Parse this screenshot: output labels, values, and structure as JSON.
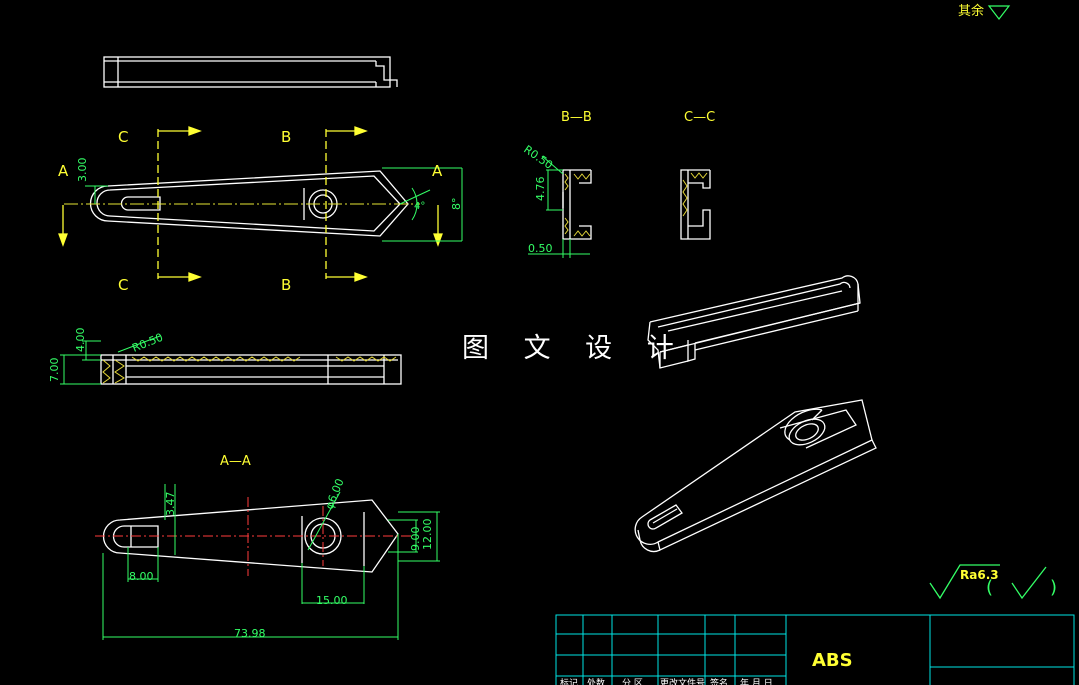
{
  "colors": {
    "background": "#000000",
    "outline": "#ffffff",
    "centerline": "#ff3b3b",
    "dimension": "#33ff66",
    "section_label": "#ffff33",
    "hatch": "#e6d83a",
    "frame": "#00e5e5",
    "symbol": "#33ff66"
  },
  "watermark": "图 文 设 计",
  "roughness_note": {
    "label": "其余",
    "value": "Ra6.3",
    "open_paren": "(",
    "close_paren": ")"
  },
  "material": "ABS",
  "section_labels": {
    "a_left": "A",
    "a_right": "A",
    "b_top": "B",
    "b_bottom": "B",
    "c_top": "C",
    "c_bottom": "C",
    "bb": "B—B",
    "cc": "C—C",
    "aa": "A—A"
  },
  "dimensions": {
    "top_height_300": "3.00",
    "top_angle_4": "4°",
    "top_angle_8": "8°",
    "bb_radius": "R0.50",
    "bb_height": "4.76",
    "bb_gap": "0.50",
    "side_400": "4.00",
    "side_700": "7.00",
    "side_radius": "R0.50",
    "aa_347": "3.47",
    "aa_diameter": "φ6.00",
    "aa_900": "9.00",
    "aa_1200": "12.00",
    "aa_800": "8.00",
    "aa_1500": "15.00",
    "aa_total": "73.98"
  },
  "title_block_headers": [
    "标记",
    "处数",
    "分 区",
    "更改文件号",
    "签名",
    "年 月 日"
  ]
}
